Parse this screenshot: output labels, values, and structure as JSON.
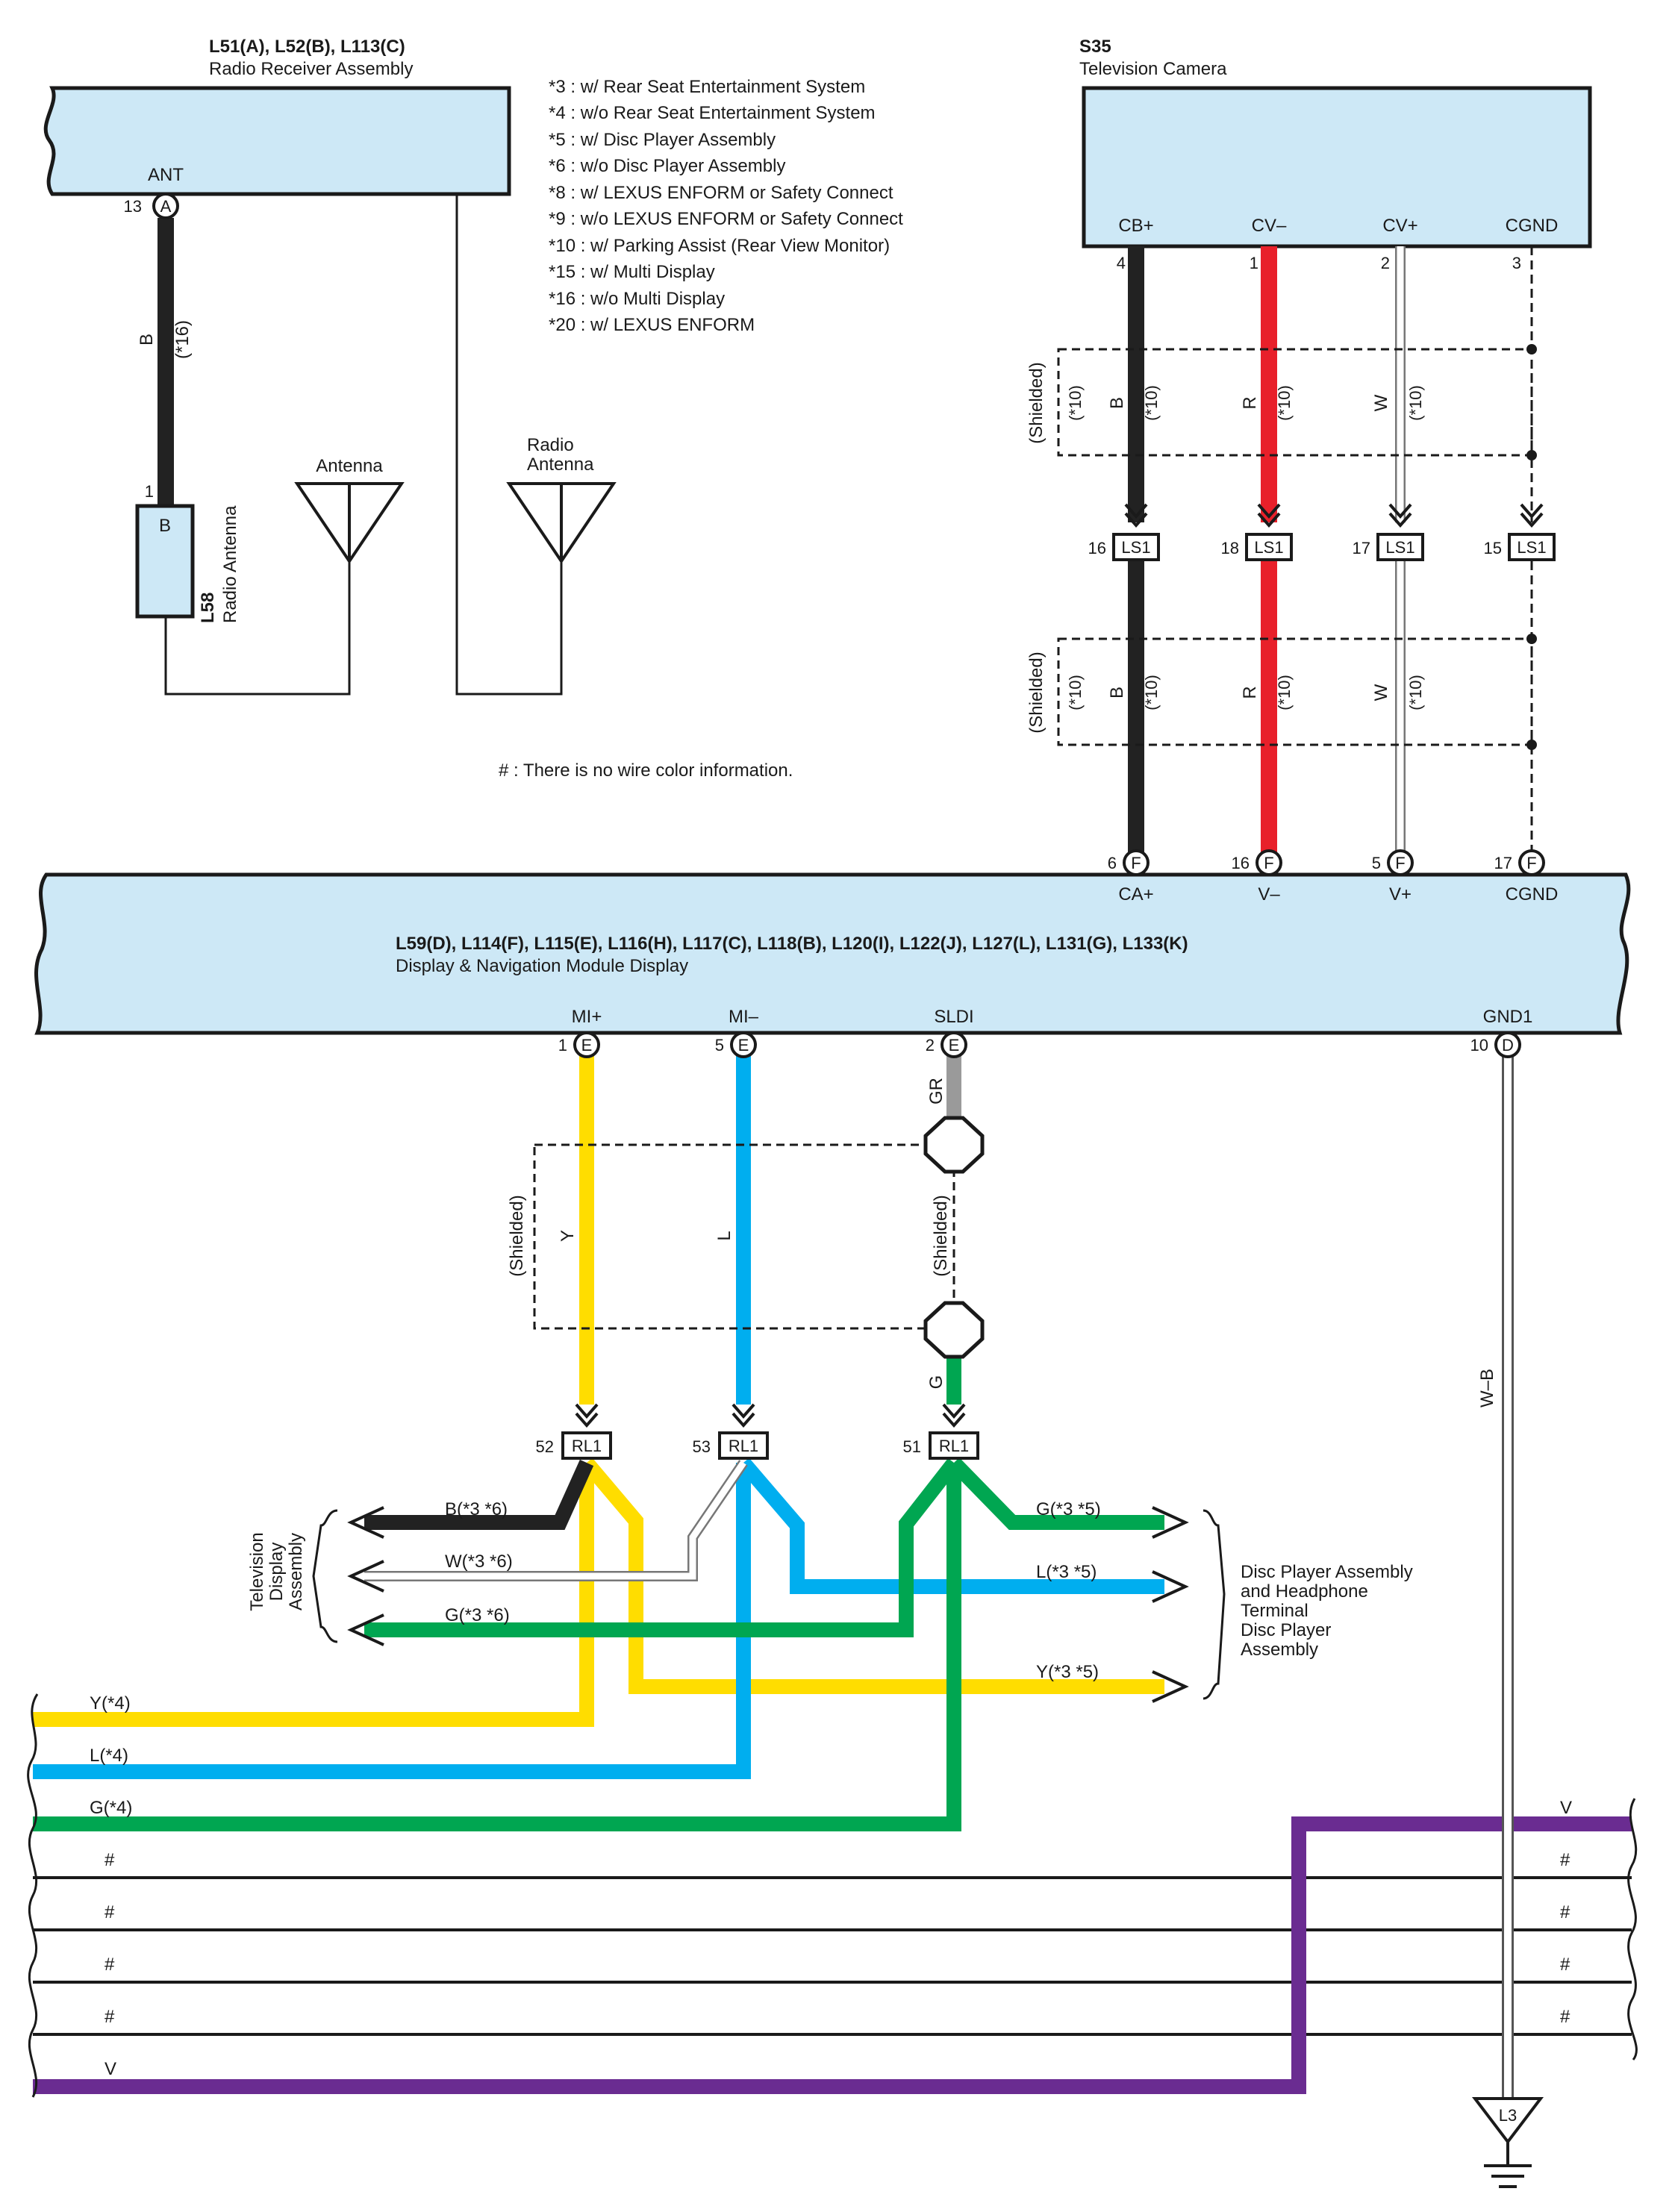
{
  "colors": {
    "B": "#222222",
    "R": "#e8202a",
    "W": "#ffffff",
    "Y": "#ffdd00",
    "L": "#00aeef",
    "G": "#00a651",
    "GR": "#9a9a9a",
    "V": "#6a2c91",
    "WB": "#ffffff",
    "box": "#cde8f6"
  },
  "radio_receiver": {
    "title": "L51(A), L52(B), L113(C)",
    "name": "Radio Receiver Assembly",
    "pin_label": "ANT",
    "pin_no": "13",
    "pin_letter": "A"
  },
  "radio_antenna": {
    "code": "L58",
    "name": "Radio Antenna",
    "pin_no": "1",
    "pin_letter": "B",
    "wire_color": "B",
    "wire_note": "(*16)"
  },
  "antenna_1": {
    "label": "Antenna"
  },
  "antenna_2": {
    "label_line1": "Radio",
    "label_line2": "Antenna"
  },
  "legend": [
    "*3 : w/ Rear Seat Entertainment System",
    "*4 : w/o Rear Seat Entertainment System",
    "*5 : w/ Disc Player Assembly",
    "*6 : w/o Disc Player Assembly",
    "*8 : w/ LEXUS ENFORM or Safety Connect",
    "*9 : w/o LEXUS ENFORM or Safety Connect",
    "*10 : w/ Parking Assist (Rear View Monitor)",
    "*15 : w/ Multi Display",
    "*16 : w/o Multi Display",
    "*20 : w/ LEXUS ENFORM"
  ],
  "note": "# : There is no wire color information.",
  "camera": {
    "code": "S35",
    "name": "Television Camera",
    "pins": [
      {
        "label": "CB+",
        "no": "4",
        "color": "B"
      },
      {
        "label": "CV–",
        "no": "1",
        "color": "R"
      },
      {
        "label": "CV+",
        "no": "2",
        "color": "W"
      },
      {
        "label": "CGND",
        "no": "3",
        "color": ""
      }
    ]
  },
  "shielded": "(Shielded)",
  "opt10": "(*10)",
  "ls1": {
    "name": "LS1",
    "pins": [
      "16",
      "18",
      "17",
      "15"
    ]
  },
  "display": {
    "title": "L59(D), L114(F), L115(E), L116(H), L117(C), L118(B), L120(I), L122(J), L127(L), L131(G), L133(K)",
    "name": "Display & Navigation Module Display",
    "top_pins": [
      {
        "no": "6",
        "letter": "F",
        "label": "CA+"
      },
      {
        "no": "16",
        "letter": "F",
        "label": "V–"
      },
      {
        "no": "5",
        "letter": "F",
        "label": "V+"
      },
      {
        "no": "17",
        "letter": "F",
        "label": "CGND"
      }
    ],
    "bottom_pins": [
      {
        "no": "1",
        "letter": "E",
        "label": "MI+"
      },
      {
        "no": "5",
        "letter": "E",
        "label": "MI–"
      },
      {
        "no": "2",
        "letter": "E",
        "label": "SLDI"
      },
      {
        "no": "10",
        "letter": "D",
        "label": "GND1"
      }
    ]
  },
  "lower_wires": {
    "y": "Y",
    "l": "L",
    "gr": "GR",
    "g": "G",
    "wb": "W–B"
  },
  "rl1": {
    "name": "RL1",
    "pins": [
      "52",
      "53",
      "51"
    ]
  },
  "tv_display": {
    "lines": [
      "Television",
      "Display",
      "Assembly"
    ],
    "wires": [
      "B(*3 *6)",
      "W(*3 *6)",
      "G(*3 *6)"
    ]
  },
  "disc_player": {
    "lines": [
      "Disc Player Assembly",
      "and Headphone",
      "Terminal",
      "Disc Player",
      "Assembly"
    ],
    "wires": [
      "G(*3 *5)",
      "L(*3 *5)",
      "Y(*3 *5)"
    ]
  },
  "bottom_bus": {
    "left": [
      "Y(*4)",
      "L(*4)",
      "G(*4)",
      "#",
      "#",
      "#",
      "#",
      "V"
    ],
    "right": [
      "V",
      "#",
      "#",
      "#",
      "#"
    ]
  },
  "ground": {
    "code": "L3"
  }
}
